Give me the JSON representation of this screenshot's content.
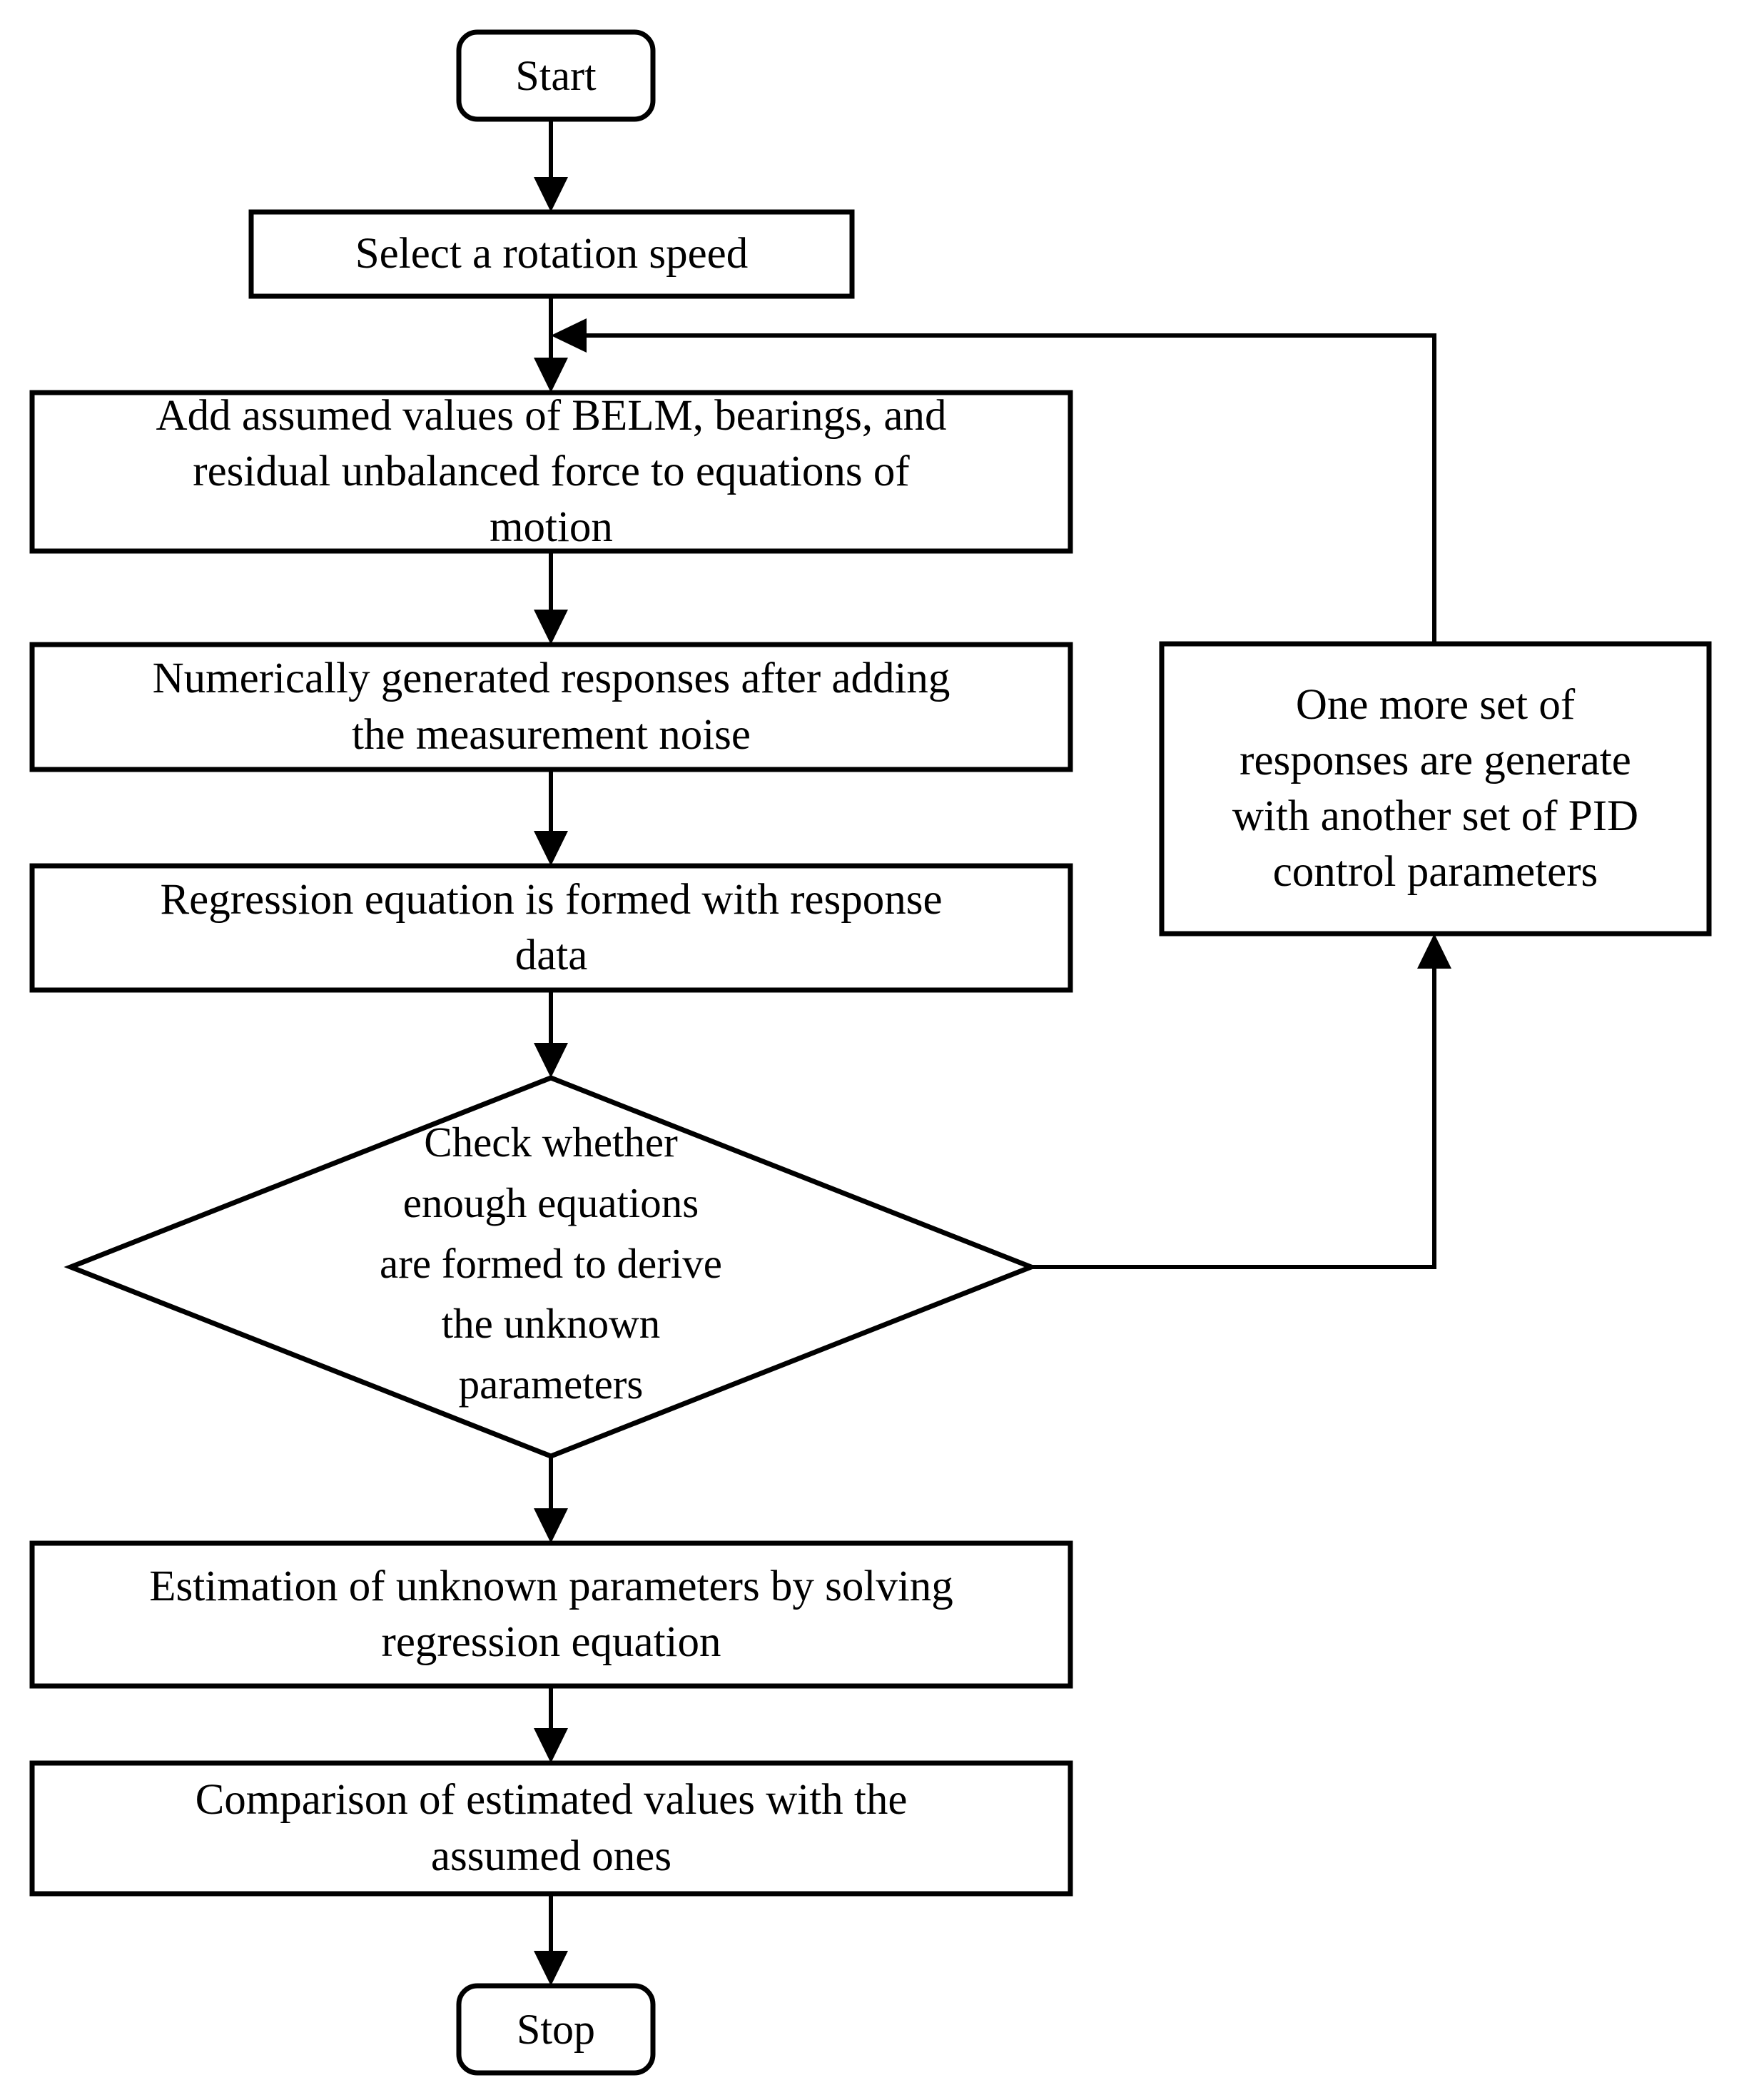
{
  "diagram": {
    "type": "flowchart",
    "title": "",
    "orientation": "top-to-bottom with right-side feedback loop",
    "nodes": {
      "start": {
        "label": "Start",
        "shape": "rounded-rectangle"
      },
      "select_speed": {
        "label": "Select a rotation speed",
        "shape": "rectangle"
      },
      "add_assumed": {
        "label": "Add assumed values of BELM, bearings, and\nresidual unbalanced force to equations of\nmotion",
        "shape": "rectangle"
      },
      "numeric_responses": {
        "label": "Numerically generated responses after adding\nthe measurement noise",
        "shape": "rectangle"
      },
      "regression_formed": {
        "label": "Regression equation is formed with response\ndata",
        "shape": "rectangle"
      },
      "check_equations": {
        "label": "Check whether\nenough equations\nare formed to derive\nthe unknown\nparameters",
        "shape": "diamond"
      },
      "one_more_set": {
        "label": "One more set of\nresponses are generate\nwith another set of PID\ncontrol parameters",
        "shape": "rectangle"
      },
      "estimation": {
        "label": "Estimation of unknown parameters by solving\nregression equation",
        "shape": "rectangle"
      },
      "comparison": {
        "label": "Comparison of estimated values with the\nassumed ones",
        "shape": "rectangle"
      },
      "stop": {
        "label": "Stop",
        "shape": "rounded-rectangle"
      }
    },
    "edges": [
      {
        "from": "start",
        "to": "select_speed",
        "label": ""
      },
      {
        "from": "select_speed",
        "to": "add_assumed",
        "label": ""
      },
      {
        "from": "add_assumed",
        "to": "numeric_responses",
        "label": ""
      },
      {
        "from": "numeric_responses",
        "to": "regression_formed",
        "label": ""
      },
      {
        "from": "regression_formed",
        "to": "check_equations",
        "label": ""
      },
      {
        "from": "check_equations",
        "to": "one_more_set",
        "label": ""
      },
      {
        "from": "one_more_set",
        "to": "add_assumed",
        "label": ""
      },
      {
        "from": "check_equations",
        "to": "estimation",
        "label": ""
      },
      {
        "from": "estimation",
        "to": "comparison",
        "label": ""
      },
      {
        "from": "comparison",
        "to": "stop",
        "label": ""
      }
    ],
    "colors": {
      "stroke": "#000000",
      "fill": "#ffffff",
      "background": "#ffffff"
    }
  }
}
